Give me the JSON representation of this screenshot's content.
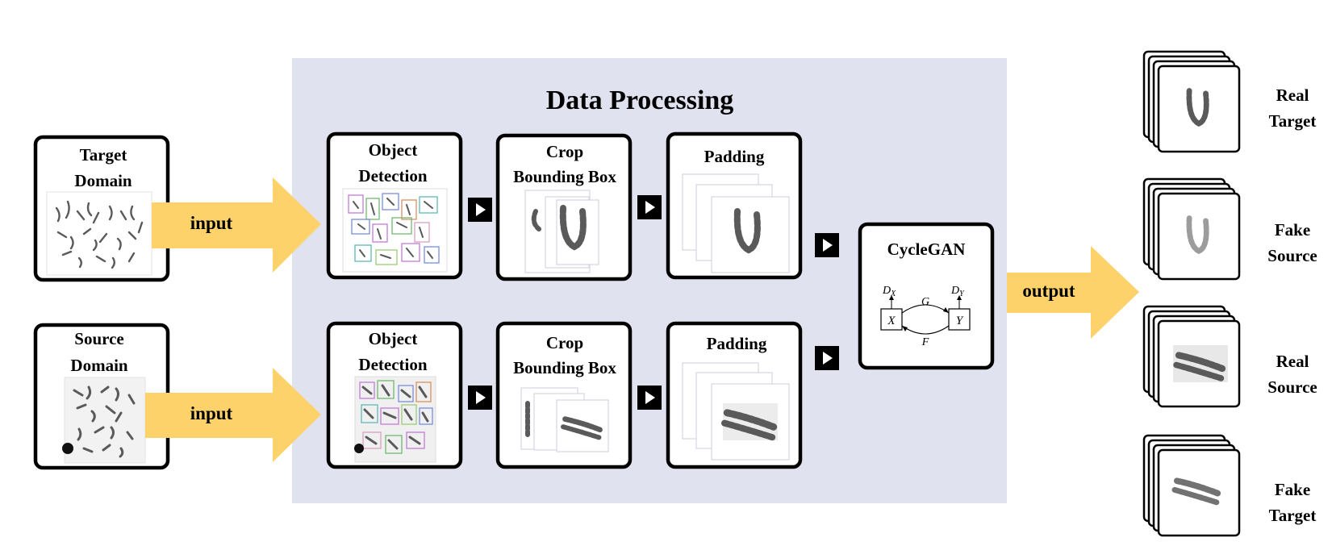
{
  "title": "Data Processing",
  "domains": {
    "target": [
      "Target",
      "Domain"
    ],
    "source": [
      "Source",
      "Domain"
    ]
  },
  "arrows": {
    "input_label": "input",
    "output_label": "output"
  },
  "steps": {
    "detection": [
      "Object",
      "Detection"
    ],
    "crop": [
      "Crop",
      "Bounding Box"
    ],
    "padding": "Padding"
  },
  "model": {
    "name": "CycleGAN",
    "node_x": "X",
    "node_y": "Y",
    "gen_g": "G",
    "gen_f": "F",
    "disc_x": "D",
    "disc_x_sub": "X",
    "disc_y": "D",
    "disc_y_sub": "Y"
  },
  "outputs": [
    [
      "Real",
      "Target"
    ],
    [
      "Fake",
      "Source"
    ],
    [
      "Real",
      "Source"
    ],
    [
      "Fake",
      "Target"
    ]
  ],
  "colors": {
    "panel": "#e0e2f0",
    "arrow": "#fdd26a",
    "border": "#000000"
  }
}
